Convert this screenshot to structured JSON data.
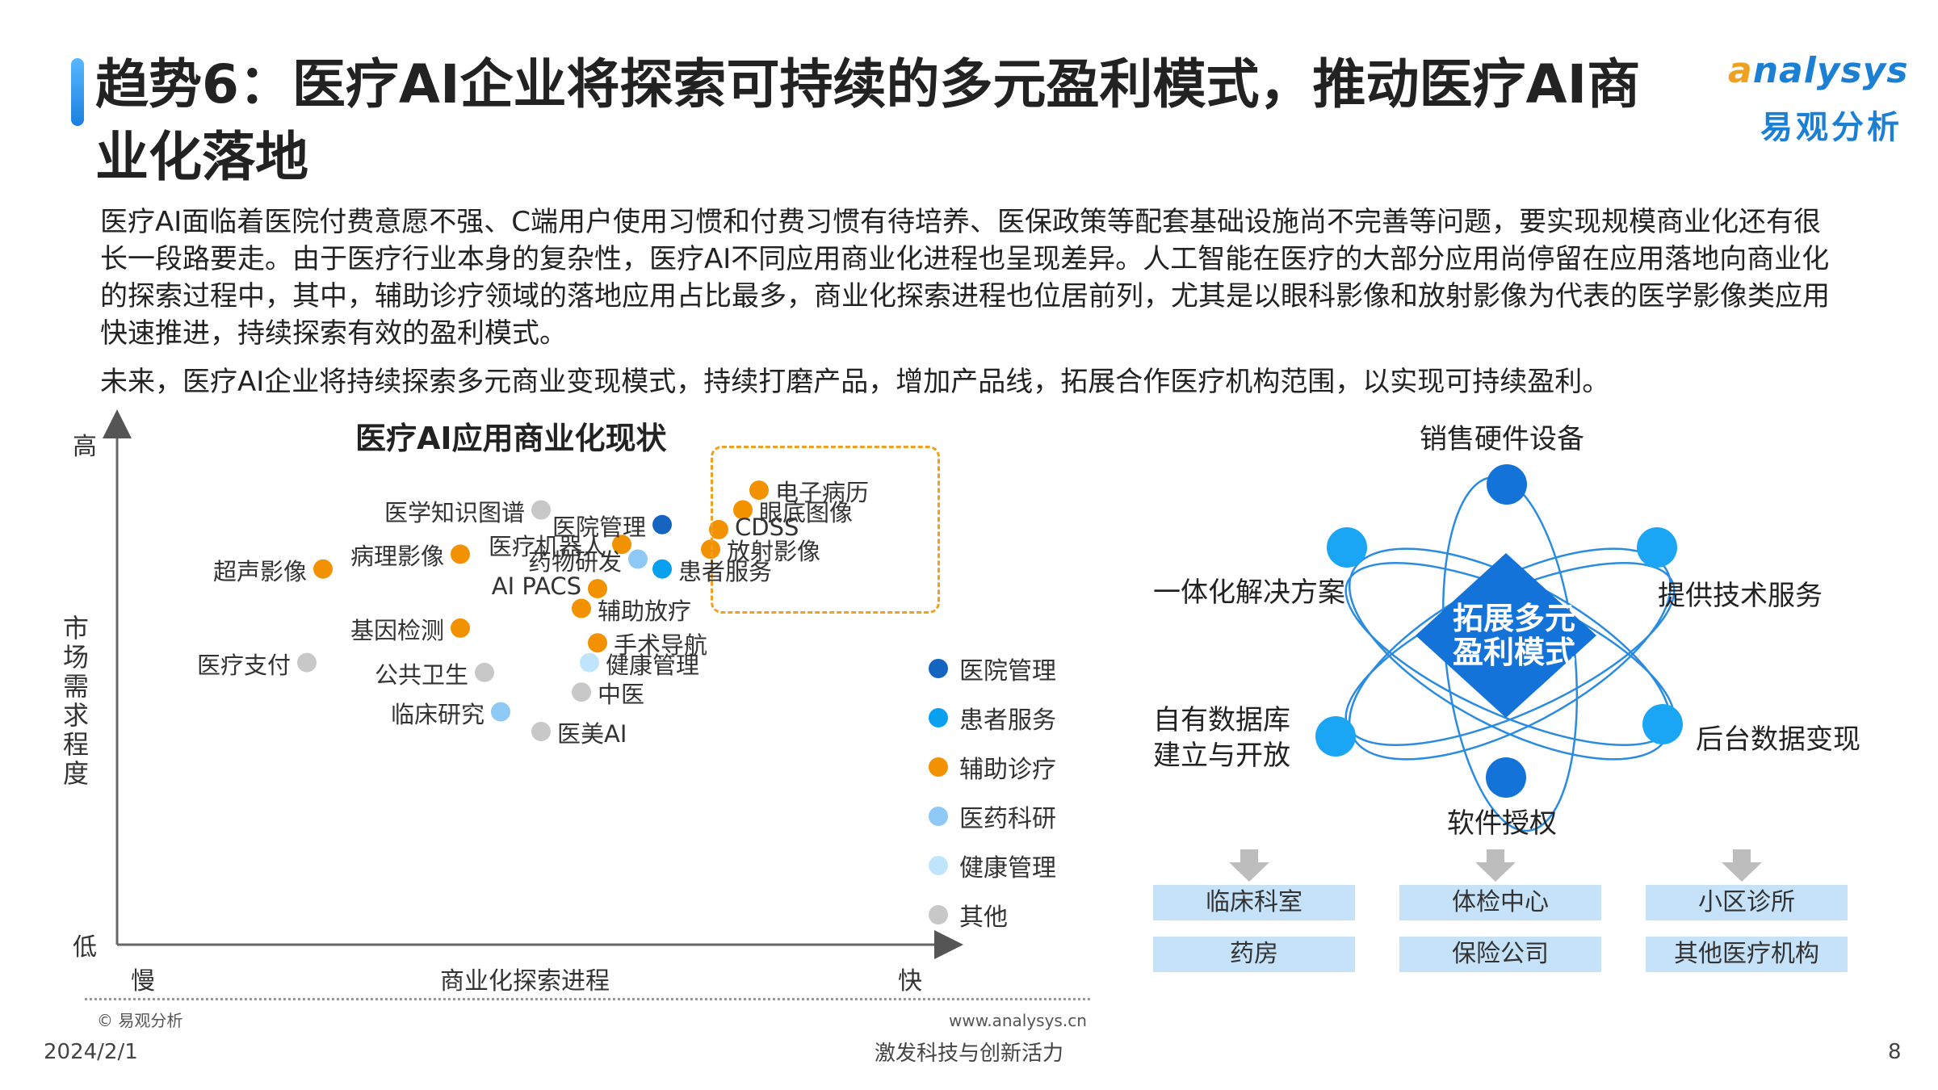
{
  "title": "趋势6：医疗AI企业将探索可持续的多元盈利模式，推动医疗AI商业化落地",
  "logo": {
    "en": "nalysys",
    "en_prefix": "a",
    "cn": "易观分析"
  },
  "paragraph1": "医疗AI面临着医院付费意愿不强、C端用户使用习惯和付费习惯有待培养、医保政策等配套基础设施尚不完善等问题，要实现规模商业化还有很长一段路要走。由于医疗行业本身的复杂性，医疗AI不同应用商业化进程也呈现差异。人工智能在医疗的大部分应用尚停留在应用落地向商业化的探索过程中，其中，辅助诊疗领域的落地应用占比最多，商业化探索进程也位居前列，尤其是以眼科影像和放射影像为代表的医学影像类应用快速推进，持续探索有效的盈利模式。",
  "paragraph2": "未来，医疗AI企业将持续探索多元商业变现模式，持续打磨产品，增加产品线，拓展合作医疗机构范围，以实现可持续盈利。",
  "chart_data": {
    "type": "scatter",
    "title": "医疗AI应用商业化现状",
    "xlabel": "商业化探索进程",
    "xlabel_low": "慢",
    "xlabel_high": "快",
    "ylabel": "市场需求程度",
    "ylabel_high": "高",
    "ylabel_low": "低",
    "categories": [
      {
        "key": "hospital",
        "name": "医院管理",
        "color": "#1565c0"
      },
      {
        "key": "patient",
        "name": "患者服务",
        "color": "#0aa0f0"
      },
      {
        "key": "diag",
        "name": "辅助诊疗",
        "color": "#f39200"
      },
      {
        "key": "pharma",
        "name": "医药科研",
        "color": "#8ec8f4"
      },
      {
        "key": "health",
        "name": "健康管理",
        "color": "#bfe4fb"
      },
      {
        "key": "other",
        "name": "其他",
        "color": "#c8c8c8"
      }
    ],
    "points": [
      {
        "label": "电子病历",
        "cat": "diag",
        "x": 7.8,
        "y": 8.9
      },
      {
        "label": "眼底图像",
        "cat": "diag",
        "x": 7.6,
        "y": 8.5
      },
      {
        "label": "CDSS",
        "cat": "diag",
        "x": 7.3,
        "y": 8.1
      },
      {
        "label": "放射影像",
        "cat": "diag",
        "x": 7.2,
        "y": 7.7
      },
      {
        "label": "医学知识图谱",
        "cat": "other",
        "x": 5.1,
        "y": 8.5
      },
      {
        "label": "医院管理",
        "cat": "hospital",
        "x": 6.6,
        "y": 8.2
      },
      {
        "label": "医疗机器人",
        "cat": "diag",
        "x": 6.1,
        "y": 7.8
      },
      {
        "label": "药物研发",
        "cat": "pharma",
        "x": 6.3,
        "y": 7.5
      },
      {
        "label": "患者服务",
        "cat": "patient",
        "x": 6.6,
        "y": 7.3
      },
      {
        "label": "超声影像",
        "cat": "diag",
        "x": 2.4,
        "y": 7.3
      },
      {
        "label": "病理影像",
        "cat": "diag",
        "x": 4.1,
        "y": 7.6
      },
      {
        "label": "AI PACS",
        "cat": "diag",
        "x": 5.8,
        "y": 6.9
      },
      {
        "label": "辅助放疗",
        "cat": "diag",
        "x": 5.6,
        "y": 6.5
      },
      {
        "label": "基因检测",
        "cat": "diag",
        "x": 4.1,
        "y": 6.1
      },
      {
        "label": "手术导航",
        "cat": "diag",
        "x": 5.8,
        "y": 5.8
      },
      {
        "label": "医疗支付",
        "cat": "other",
        "x": 2.2,
        "y": 5.4
      },
      {
        "label": "健康管理",
        "cat": "health",
        "x": 5.7,
        "y": 5.4
      },
      {
        "label": "公共卫生",
        "cat": "other",
        "x": 4.4,
        "y": 5.2
      },
      {
        "label": "中医",
        "cat": "other",
        "x": 5.6,
        "y": 4.8
      },
      {
        "label": "临床研究",
        "cat": "pharma",
        "x": 4.6,
        "y": 4.4
      },
      {
        "label": "医美AI",
        "cat": "other",
        "x": 5.1,
        "y": 4.0
      }
    ],
    "highlight_group": [
      "电子病历",
      "眼底图像",
      "CDSS",
      "放射影像"
    ]
  },
  "hub": {
    "center": "拓展多元\n盈利模式",
    "nodes": [
      "销售硬件设备",
      "提供技术服务",
      "后台数据变现",
      "软件授权",
      "自有数据库\n建立与开放",
      "一体化解决方案"
    ]
  },
  "boxes": [
    [
      "临床科室",
      "药房"
    ],
    [
      "体检中心",
      "保险公司"
    ],
    [
      "小区诊所",
      "其他医疗机构"
    ]
  ],
  "footer": {
    "copyright": "© 易观分析",
    "website": "www.analysys.cn",
    "date": "2024/2/1",
    "slogan": "激发科技与创新活力",
    "page": "8"
  },
  "colors": {
    "accent": "#1b7fd4",
    "orange": "#f39200",
    "hub_blue": "#1473d8"
  }
}
